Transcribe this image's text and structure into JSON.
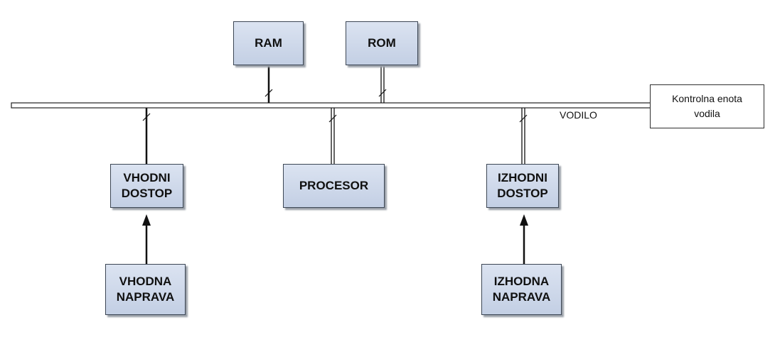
{
  "bus_label": "VODILO",
  "controller": "Kontrolna enota\nvodila",
  "components": {
    "ram": "RAM",
    "rom": "ROM",
    "input_port": "VHODNI\nDOSTOP",
    "processor": "PROCESOR",
    "output_port": "IZHODNI\nDOSTOP",
    "input_device": "VHODNA\nNAPRAVA",
    "output_device": "IZHODNA\nNAPRAVA"
  },
  "colors": {
    "box_fill_top": "#dbe3f1",
    "box_fill_bottom": "#c3cfe4",
    "line": "#111111"
  }
}
